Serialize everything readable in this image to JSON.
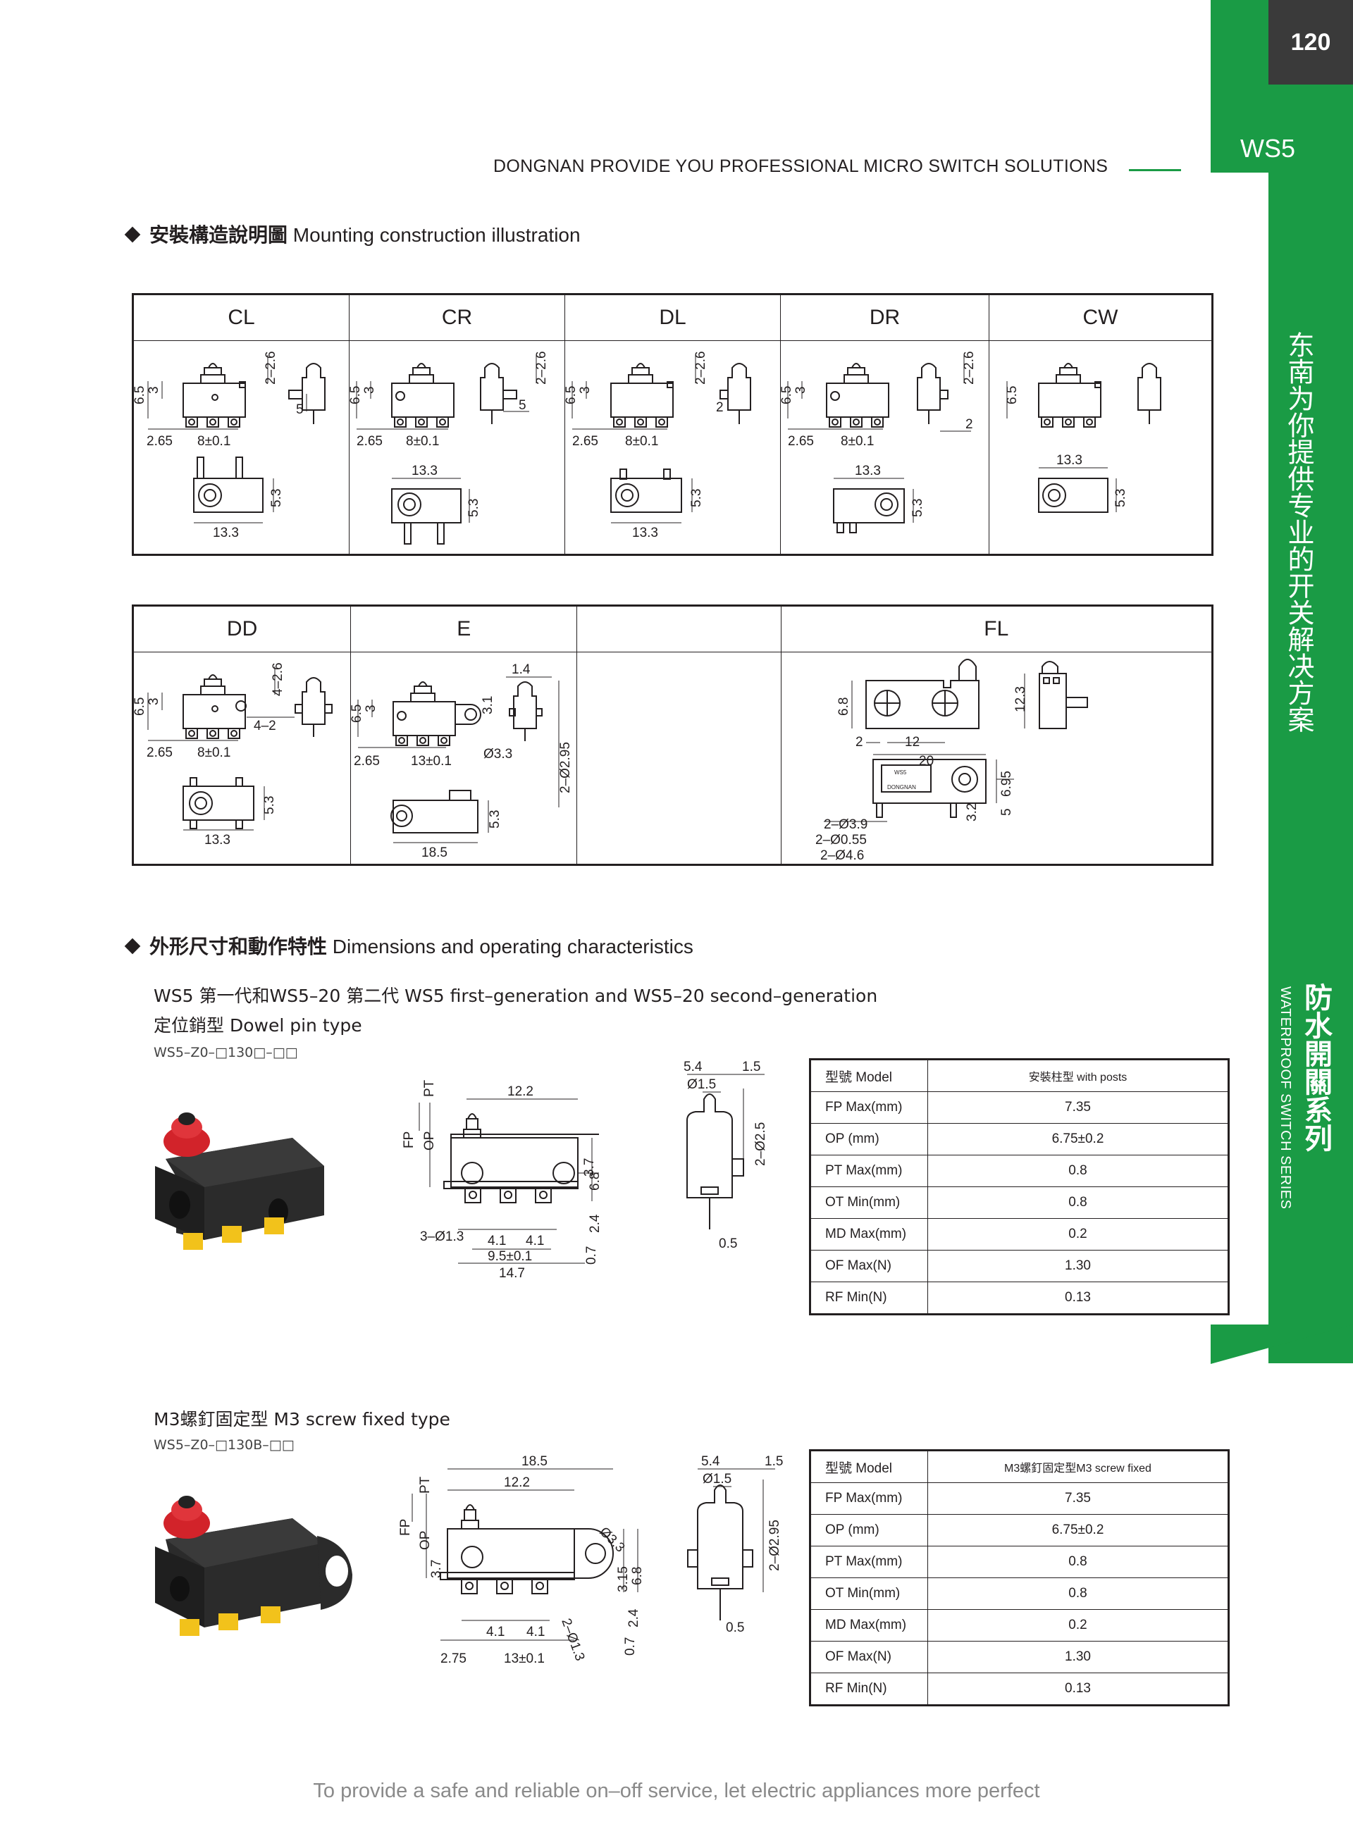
{
  "header": {
    "page_number": "120",
    "series_code": "WS5",
    "tagline": "DONGNAN PROVIDE YOU PROFESSIONAL MICRO SWITCH SOLUTIONS",
    "side_slogan_cn": "东南为你提供专业的开关解决方案",
    "category_cn": "防水開關系列",
    "category_en": "WATERPROOF SWITCH SERIES"
  },
  "mounting": {
    "title_cn": "安裝構造說明圖",
    "title_en": "Mounting construction illustration",
    "row1": [
      "CL",
      "CR",
      "DL",
      "DR",
      "CW"
    ],
    "row2": [
      "DD",
      "E",
      "",
      "FL"
    ],
    "dims": {
      "d_6_5": "6.5",
      "d_3": "3",
      "d_2_65": "2.65",
      "d_8": "8±0.1",
      "d_2_2_6": "2–2.6",
      "d_4_2_6": "4–2.6",
      "d_5": "5",
      "d_2": "2",
      "d_13_3": "13.3",
      "d_5_3": "5.3",
      "d_4_2": "4–2",
      "d_1_4": "1.4",
      "d_3_1": "3.1",
      "d_13": "13±0.1",
      "d_o3_3": "Ø3.3",
      "d_2o2_95": "2–Ø2.95",
      "d_18_5": "18.5",
      "d_6_8": "6.8",
      "d_12": "12",
      "d_12_3": "12.3",
      "d_20": "20",
      "d_6_95": "6.95",
      "d_3_2": "3.2",
      "d_2o3_9": "2–Ø3.9",
      "d_2o0_55": "2–Ø0.55",
      "d_2o4_6": "2–Ø4.6",
      "fl_brand": "DONGNAN",
      "fl_model": "WS5"
    }
  },
  "dimensions_section": {
    "title_cn": "外形尺寸和動作特性",
    "title_en": "Dimensions and operating characteristics",
    "generation_line": "WS5 第一代和WS5–20 第二代 WS5 first–generation and WS5–20 second–generation",
    "dowel": {
      "type_label": "定位銷型 Dowel pin type",
      "part_code": "WS5–Z0–□130□–□□",
      "dims": {
        "pt": "PT",
        "op": "OP",
        "fp": "FP",
        "d_12_2": "12.2",
        "d_3_7": "3.7",
        "d_6_8": "6.8",
        "d_2_4": "2.4",
        "d_0_7": "0.7",
        "d_3o1_3": "3–Ø1.3",
        "d_4_1": "4.1",
        "d_9_5": "9.5±0.1",
        "d_14_7": "14.7",
        "d_5_4": "5.4",
        "d_1_5": "1.5",
        "d_o1_5": "Ø1.5",
        "d_2o2_5": "2–Ø2.5",
        "d_0_5": "0.5"
      },
      "spec_header": [
        "型號 Model",
        "安裝柱型 with posts"
      ],
      "spec_rows": [
        [
          "FP Max(mm)",
          "7.35"
        ],
        [
          "OP (mm)",
          "6.75±0.2"
        ],
        [
          "PT Max(mm)",
          "0.8"
        ],
        [
          "OT Min(mm)",
          "0.8"
        ],
        [
          "MD Max(mm)",
          "0.2"
        ],
        [
          "OF Max(N)",
          "1.30"
        ],
        [
          "RF Min(N)",
          "0.13"
        ]
      ]
    },
    "screw": {
      "type_label": "M3螺釘固定型 M3 screw fixed type",
      "part_code": "WS5–Z0–□130B–□□",
      "dims": {
        "d_18_5": "18.5",
        "d_12_2": "12.2",
        "pt": "PT",
        "op": "OP",
        "fp": "FP",
        "d_3_7": "3.7",
        "d_o3_3": "Ø3.3",
        "d_3_15": "3.15",
        "d_6_8": "6.8",
        "d_2_4": "2.4",
        "d_0_7": "0.7",
        "d_4_1": "4.1",
        "d_2o1_3": "2–Ø1.3",
        "d_2_75": "2.75",
        "d_13": "13±0.1",
        "d_5_4": "5.4",
        "d_1_5": "1.5",
        "d_o1_5": "Ø1.5",
        "d_2o2_95": "2–Ø2.95",
        "d_0_5": "0.5"
      },
      "spec_header": [
        "型號 Model",
        "M3螺釘固定型M3 screw fixed"
      ],
      "spec_rows": [
        [
          "FP Max(mm)",
          "7.35"
        ],
        [
          "OP (mm)",
          "6.75±0.2"
        ],
        [
          "PT Max(mm)",
          "0.8"
        ],
        [
          "OT Min(mm)",
          "0.8"
        ],
        [
          "MD Max(mm)",
          "0.2"
        ],
        [
          "OF Max(N)",
          "1.30"
        ],
        [
          "RF Min(N)",
          "0.13"
        ]
      ]
    }
  },
  "footer": "To provide a safe and reliable on–off service, let electric appliances more perfect",
  "colors": {
    "accent_green": "#1a9b45",
    "dark": "#231f20",
    "page_num_bg": "#3a3a3a",
    "actuator_red": "#d2232a",
    "terminal_yellow": "#f2c21b"
  }
}
